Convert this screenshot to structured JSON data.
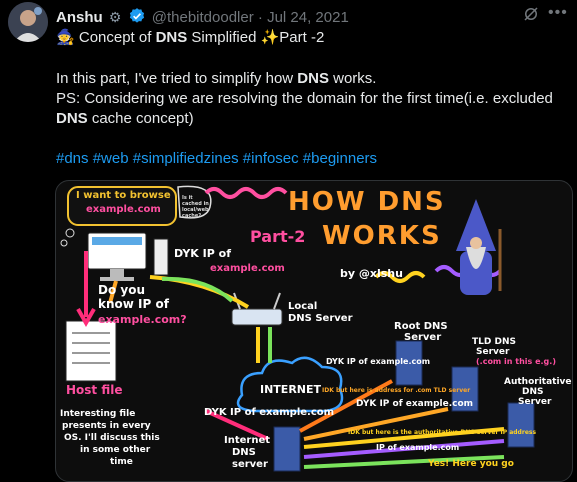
{
  "author": {
    "name": "Anshu",
    "handle": "@thebitdoodler",
    "separator": "·",
    "date": "Jul 24, 2021"
  },
  "tweet": {
    "title_pre": "Concept of ",
    "title_bold": "DNS",
    "title_mid": " Simplified ",
    "title_post": "Part -2",
    "p1_pre": "In this part, I've tried to simplify how ",
    "p1_bold": "DNS",
    "p1_post": " works.",
    "p2": "PS: Considering we are resolving the domain for the first time(i.e. excluded",
    "p3_bold": "DNS",
    "p3_post": " cache concept)",
    "hashtags": "#dns #web #simplifiedzines #infosec #beginners"
  },
  "icons": {
    "wizard": "wizard-emoji-icon",
    "sparkles": "sparkles-emoji-icon",
    "gear": "gear-badge-icon",
    "verified": "verified-badge-icon",
    "hide": "eye-slash-icon",
    "more": "more-dots-icon"
  },
  "colors": {
    "hashtag": "#1d9bf0",
    "verified": "#1d9bf0",
    "muted": "#71767b"
  },
  "illustration": {
    "want_line1": "I want to browse",
    "want_line2": "example.com",
    "thought": "Is it cached in local/web cache?",
    "title1": "HOW DNS",
    "title2": "WORKS",
    "part": "Part-2",
    "by": "by @xlshu",
    "dyk_ip": "DYK IP of",
    "example_com": "example.com",
    "q1": "Do you",
    "q2": "know IP of",
    "q3": "example.com?",
    "local1": "Local",
    "local2": "DNS Server",
    "root1": "Root DNS",
    "root2": "Server",
    "tld1": "TLD DNS",
    "tld2": "Server",
    "tld3": "(.com in this e.g.)",
    "auth1": "Authoritative",
    "auth2": "DNS",
    "auth3": "Server",
    "internet": "INTERNET",
    "host_file": "Host file",
    "note1": "Interesting file",
    "note2": "presents in every",
    "note3": "OS. I'll discuss this",
    "note4": "in some other",
    "note5": "time",
    "idns1": "Internet",
    "idns2": "DNS",
    "idns3": "server",
    "dyk_ip_of_com": "DYK IP of example.com",
    "idk_go": "IDK but here is the authoritative DNS server IP address",
    "ip_of": "IP of example.com",
    "yes": "Yes! Here you go",
    "idk_tld": "IDK but here is address for .com TLD server"
  }
}
